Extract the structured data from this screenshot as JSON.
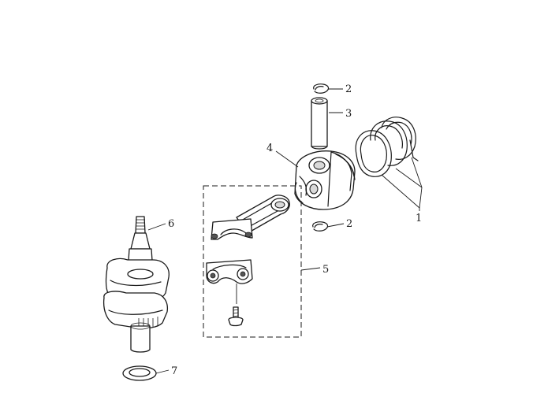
{
  "callouts": {
    "piston_rings": "1",
    "clip_upper": "2",
    "wrist_pin": "3",
    "piston": "4",
    "connecting_rod_assembly": "5",
    "crankshaft": "6",
    "washer": "7",
    "clip_lower": "2"
  }
}
